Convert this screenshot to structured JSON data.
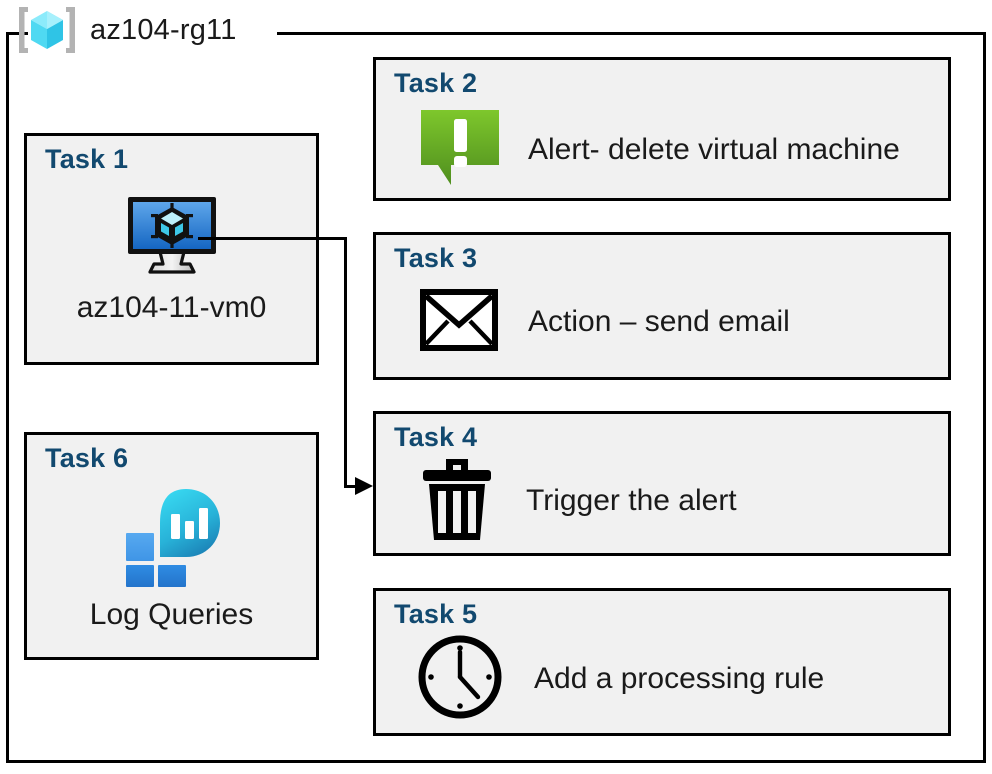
{
  "resource_group": {
    "name": "az104-rg11",
    "icon": "resource-group-cube-icon"
  },
  "tasks": [
    {
      "id": "task1",
      "title": "Task 1",
      "caption": "az104-11-vm0",
      "icon": "virtual-machine-icon",
      "layout": "stacked"
    },
    {
      "id": "task2",
      "title": "Task 2",
      "label": "Alert- delete virtual machine",
      "icon": "alert-speech-bubble-icon",
      "layout": "inline"
    },
    {
      "id": "task3",
      "title": "Task 3",
      "label": "Action – send email",
      "icon": "envelope-icon",
      "layout": "inline"
    },
    {
      "id": "task4",
      "title": "Task 4",
      "label": "Trigger the alert",
      "icon": "trash-can-icon",
      "layout": "inline"
    },
    {
      "id": "task5",
      "title": "Task 5",
      "label": "Add a processing rule",
      "icon": "clock-icon",
      "layout": "inline"
    },
    {
      "id": "task6",
      "title": "Task 6",
      "caption": "Log Queries",
      "icon": "log-analytics-icon",
      "layout": "stacked"
    }
  ],
  "connector": {
    "from": "task1-virtual-machine-icon",
    "to": "task4",
    "style": "orthogonal-arrow"
  },
  "colors": {
    "title_blue": "#12496f",
    "card_fill": "#f1f1f1",
    "card_border": "#000000",
    "text": "#1a1a1a",
    "rg_cube_light": "#7ae5f5",
    "rg_cube_mid": "#38cdeb",
    "rg_bracket": "#b3b3b3",
    "vm_screen_top": "#4f9ae8",
    "vm_screen_bottom": "#1866c0",
    "alert_green_top": "#76c22b",
    "alert_green_bottom": "#4f8f1f",
    "log_square_blue": "#2f87e0",
    "log_circle_top": "#32cdeb",
    "log_circle_bottom": "#1b7fb5"
  }
}
